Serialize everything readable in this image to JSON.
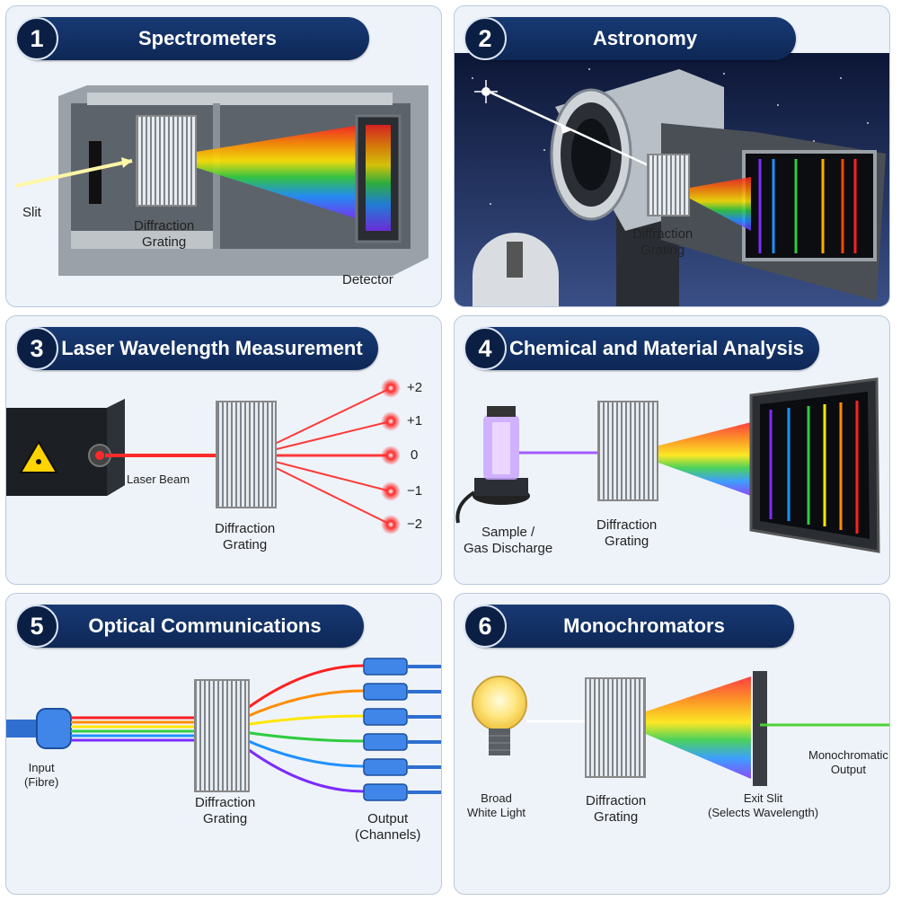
{
  "panels": [
    {
      "number": "1",
      "title": "Spectrometers",
      "labels": {
        "slit": "Slit",
        "grating": "Diffraction\nGrating",
        "detector": "Detector"
      }
    },
    {
      "number": "2",
      "title": "Astronomy",
      "labels": {
        "grating": "Diffraction\nGrating"
      }
    },
    {
      "number": "3",
      "title": "Laser Wavelength Measurement",
      "labels": {
        "beam": "Laser Beam",
        "grating": "Diffraction\nGrating",
        "orders": [
          "+2",
          "+1",
          "0",
          "−1",
          "−2"
        ]
      }
    },
    {
      "number": "4",
      "title": "Chemical and Material Analysis",
      "labels": {
        "sample": "Sample /\nGas Discharge",
        "grating": "Diffraction\nGrating"
      }
    },
    {
      "number": "5",
      "title": "Optical Communications",
      "labels": {
        "input": "Input\n(Fibre)",
        "grating": "Diffraction\nGrating",
        "output": "Output\n(Channels)"
      }
    },
    {
      "number": "6",
      "title": "Monochromators",
      "labels": {
        "source": "Broad\nWhite Light",
        "grating": "Diffraction\nGrating",
        "slit": "Exit Slit\n(Selects Wavelength)",
        "output": "Monochromatic\nOutput"
      }
    }
  ],
  "colors": {
    "title_bg": "#173a74",
    "panel_bg": "#eef3f9",
    "panel_border": "#b9c9dc",
    "laser": "#ff2a2a",
    "night_sky": "#1b2a52",
    "spectrum": [
      "#ff0000",
      "#ff8c00",
      "#ffe600",
      "#2ecc40",
      "#1e90ff",
      "#7b2cff"
    ]
  }
}
